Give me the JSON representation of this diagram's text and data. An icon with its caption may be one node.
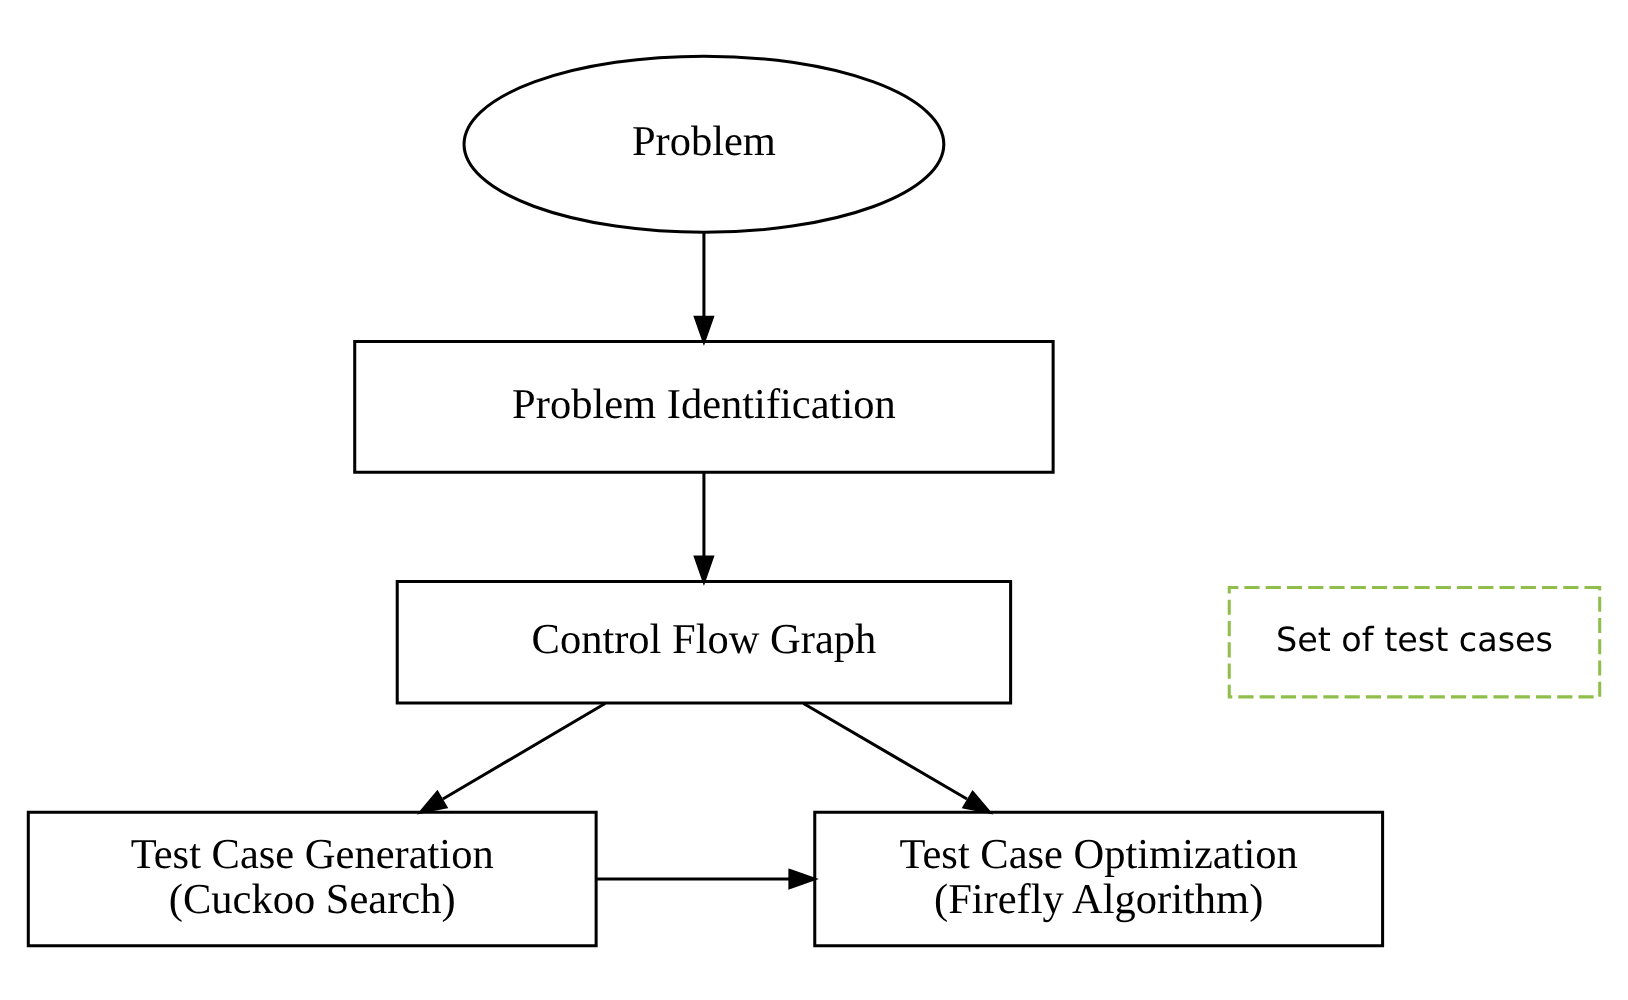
{
  "diagram": {
    "nodes": [
      {
        "text": [
          "Problem"
        ]
      },
      {
        "text": [
          "Problem Identification"
        ]
      },
      {
        "text": [
          "Control Flow Graph"
        ]
      },
      {
        "text": [
          "Test Case Generation (Cuckoo Search)"
        ]
      },
      {
        "text": [
          "Test Case Optimization (Firefly Algorithm)"
        ]
      },
      {
        "text": [
          "Set of test cases"
        ]
      }
    ],
    "edges": [
      {
        "from": 0,
        "to": 1,
        "arrow": "to"
      },
      {
        "from": 1,
        "to": 2,
        "arrow": "to"
      },
      {
        "from": 2,
        "to": 3,
        "arrow": "to"
      },
      {
        "from": 2,
        "to": 4,
        "arrow": "to"
      },
      {
        "from": 3,
        "to": 4,
        "arrow": "to"
      }
    ]
  }
}
